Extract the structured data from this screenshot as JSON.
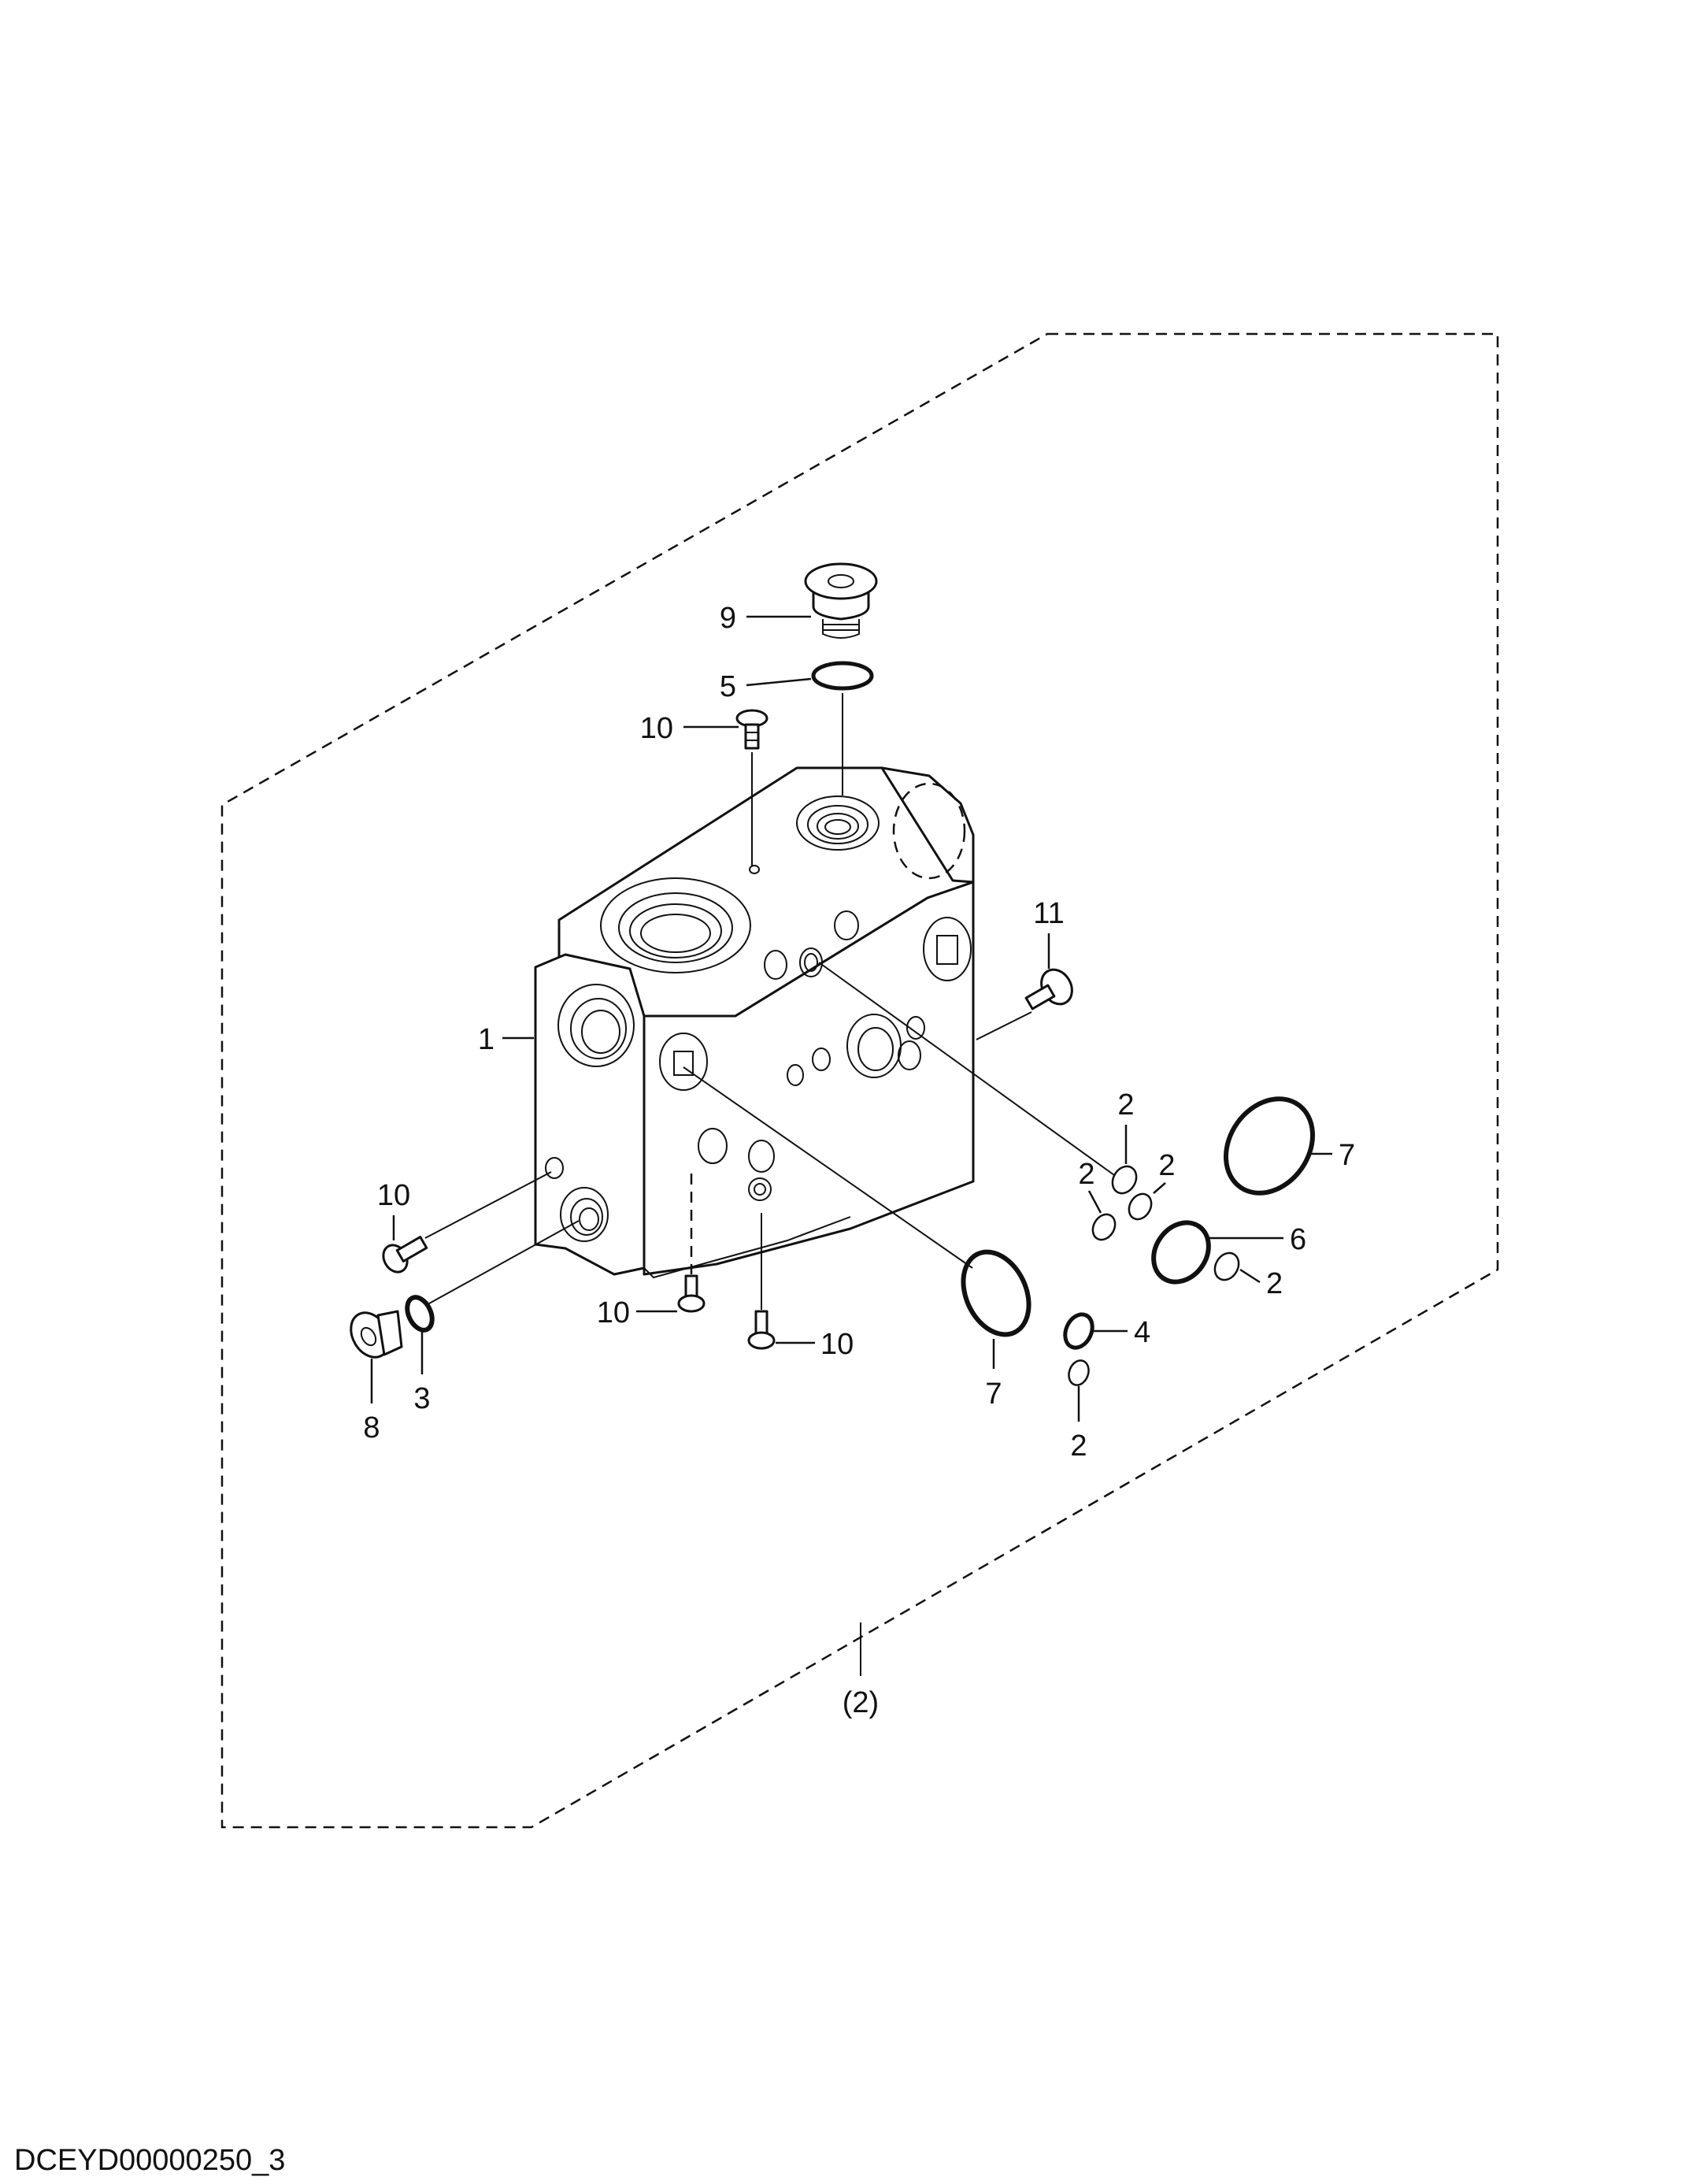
{
  "document_code": "DCEYD00000250_3",
  "assembly_label": "(2)",
  "callouts": [
    {
      "id": "body",
      "label": "1"
    },
    {
      "id": "oring-a",
      "label": "2"
    },
    {
      "id": "oring-b",
      "label": "2"
    },
    {
      "id": "oring-c",
      "label": "2"
    },
    {
      "id": "oring-d",
      "label": "2"
    },
    {
      "id": "oring-e",
      "label": "2"
    },
    {
      "id": "oring-plug8",
      "label": "3"
    },
    {
      "id": "oring-4",
      "label": "4"
    },
    {
      "id": "oring-top",
      "label": "5"
    },
    {
      "id": "oring-6",
      "label": "6"
    },
    {
      "id": "oring-7-right",
      "label": "7"
    },
    {
      "id": "oring-7-front",
      "label": "7"
    },
    {
      "id": "plug-8",
      "label": "8"
    },
    {
      "id": "plug-9",
      "label": "9"
    },
    {
      "id": "screw-top",
      "label": "10"
    },
    {
      "id": "screw-left",
      "label": "10"
    },
    {
      "id": "screw-bottom-a",
      "label": "10"
    },
    {
      "id": "screw-bottom-b",
      "label": "10"
    },
    {
      "id": "screw-11",
      "label": "11"
    }
  ]
}
